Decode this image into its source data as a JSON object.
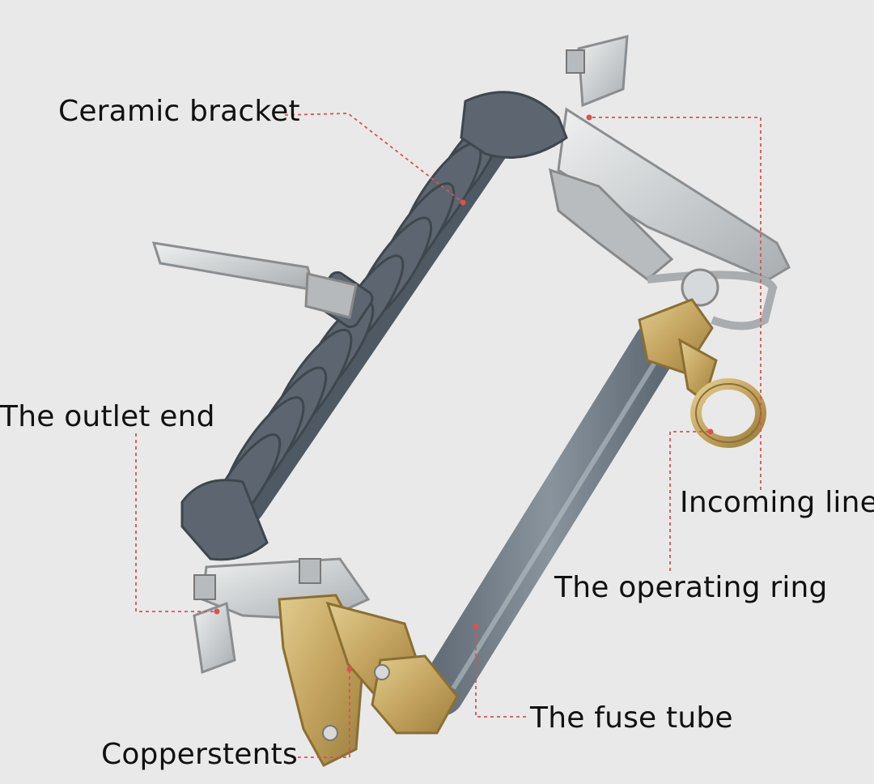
{
  "labels": {
    "ceramic_bracket": "Ceramic bracket",
    "outlet_end": "The outlet end",
    "incoming_line": "Incoming line",
    "operating_ring": "The operating ring",
    "fuse_tube": "The fuse tube",
    "copper_stents": "Copperstents"
  },
  "colors": {
    "background": "#e9e9ea",
    "insulator": "#5d6670",
    "fuse_tube": "#7a8691",
    "brass": "#c7a866",
    "steel": "#c9ccce",
    "leader_line": "#d9534f"
  }
}
